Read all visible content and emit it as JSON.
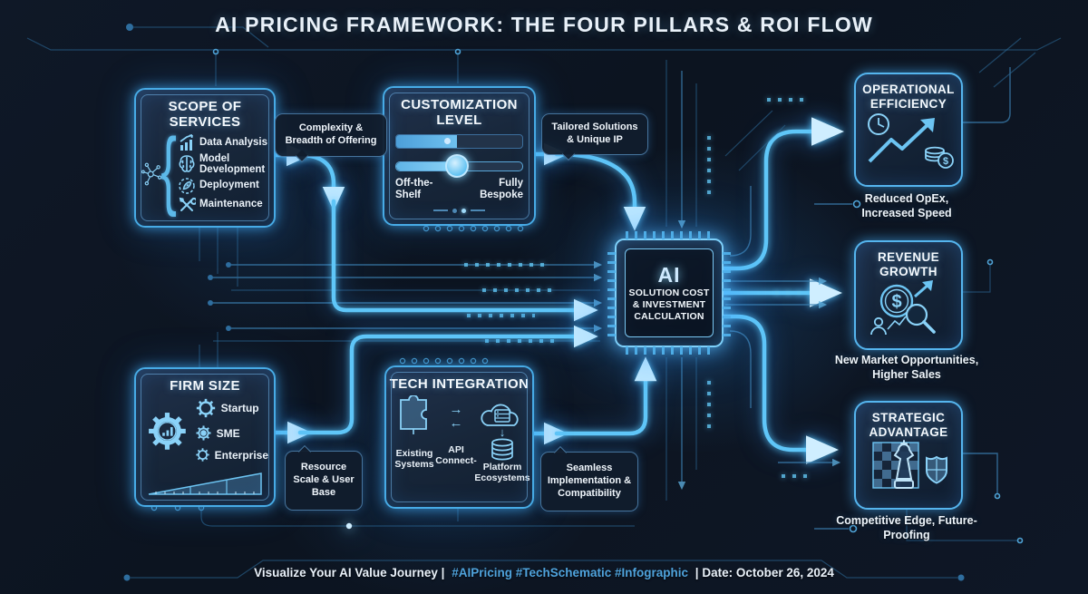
{
  "title": "AI PRICING FRAMEWORK: THE FOUR PILLARS & ROI FLOW",
  "pillars": {
    "scope": {
      "title": "SCOPE OF SERVICES",
      "items": [
        {
          "label": "Data Analysis",
          "icon": "bar-chart-icon"
        },
        {
          "label": "Model Development",
          "icon": "brain-icon"
        },
        {
          "label": "Deployment",
          "icon": "rocket-badge-icon"
        },
        {
          "label": "Maintenance",
          "icon": "crossed-tools-icon"
        }
      ],
      "tag": "Complexity & Breadth of Offering"
    },
    "customization": {
      "title": "CUSTOMIZATION LEVEL",
      "progress_pct": 48,
      "slider_pct": 48,
      "min_label": "Off-the-Shelf",
      "max_label": "Fully Bespoke",
      "tag": "Tailored Solutions & Unique IP"
    },
    "firm_size": {
      "title": "FIRM SIZE",
      "items": [
        {
          "label": "Startup",
          "icon": "gear-medium-icon"
        },
        {
          "label": "SME",
          "icon": "gear-filled-icon"
        },
        {
          "label": "Enterprise",
          "icon": "gear-small-icon"
        }
      ],
      "tag": "Resource Scale & User Base"
    },
    "tech_integration": {
      "title": "TECH INTEGRATION",
      "node_left": "Existing Systems",
      "node_mid": "API Connect-",
      "node_right": "Platform Ecosystems",
      "tag": "Seamless Implementation & Compatibility"
    }
  },
  "chip": {
    "label": "AI",
    "lines": [
      "SOLUTION COST",
      "& INVESTMENT",
      "CALCULATION"
    ]
  },
  "outcomes": [
    {
      "title": "OPERATIONAL EFFICIENCY",
      "caption": "Reduced OpEx, Increased Speed",
      "icon": "clock-growth-coins-icon"
    },
    {
      "title": "REVENUE GROWTH",
      "caption": "New Market Opportunities, Higher Sales",
      "icon": "dollar-magnifier-icon"
    },
    {
      "title": "STRATEGIC ADVANTAGE",
      "caption": "Competitive Edge, Future-Proofing",
      "icon": "chess-shield-icon"
    }
  ],
  "footer": {
    "lead": "Visualize Your AI Value Journey |",
    "hashtags": "#AIPricing #TechSchematic #Infographic",
    "tail": "| Date: October 26, 2024"
  },
  "colors": {
    "background": "#0d1520",
    "accent": "#5ac8ff",
    "trace": "#3c82b4",
    "text": "#eef5fc",
    "hashtag": "#4fa3dc"
  }
}
